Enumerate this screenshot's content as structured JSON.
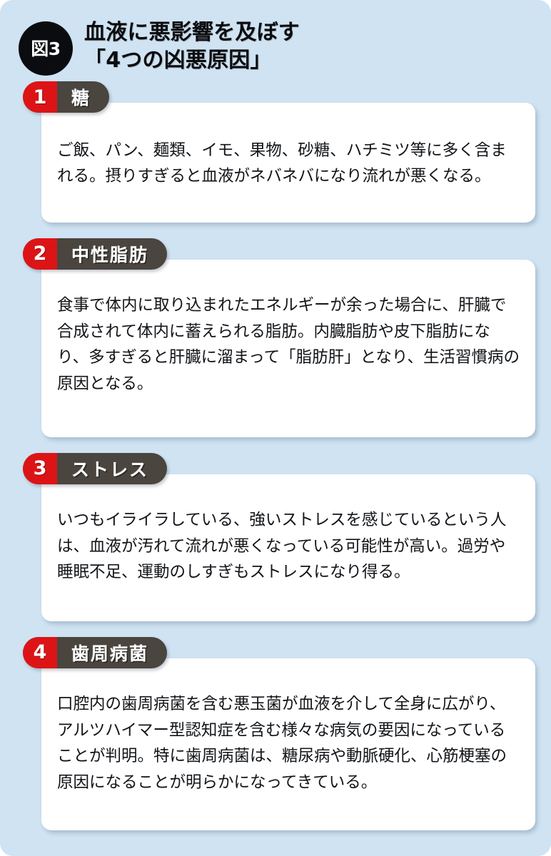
{
  "header": {
    "figure_badge": "図3",
    "title_line1": "血液に悪影響を及ぼす",
    "title_line2": "「4つの凶悪原因」"
  },
  "colors": {
    "background": "#cfe3f2",
    "number_badge": "#dd1416",
    "label_pill": "#4a453f",
    "card": "#ffffff",
    "text": "#111418"
  },
  "sections": [
    {
      "number": "1",
      "label": "糖",
      "body": "ご飯、パン、麺類、イモ、果物、砂糖、ハチミツ等に多く含まれる。摂りすぎると血液がネバネバになり流れが悪くなる。"
    },
    {
      "number": "2",
      "label": "中性脂肪",
      "body": "食事で体内に取り込まれたエネルギーが余った場合に、肝臓で合成されて体内に蓄えられる脂肪。内臓脂肪や皮下脂肪になり、多すぎると肝臓に溜まって「脂肪肝」となり、生活習慣病の原因となる。"
    },
    {
      "number": "3",
      "label": "ストレス",
      "body": "いつもイライラしている、強いストレスを感じているという人は、血液が汚れて流れが悪くなっている可能性が高い。過労や睡眠不足、運動のしすぎもストレスになり得る。"
    },
    {
      "number": "4",
      "label": "歯周病菌",
      "body": "口腔内の歯周病菌を含む悪玉菌が血液を介して全身に広がり、アルツハイマー型認知症を含む様々な病気の要因になっていることが判明。特に歯周病菌は、糖尿病や動脈硬化、心筋梗塞の原因になることが明らかになってきている。"
    }
  ]
}
